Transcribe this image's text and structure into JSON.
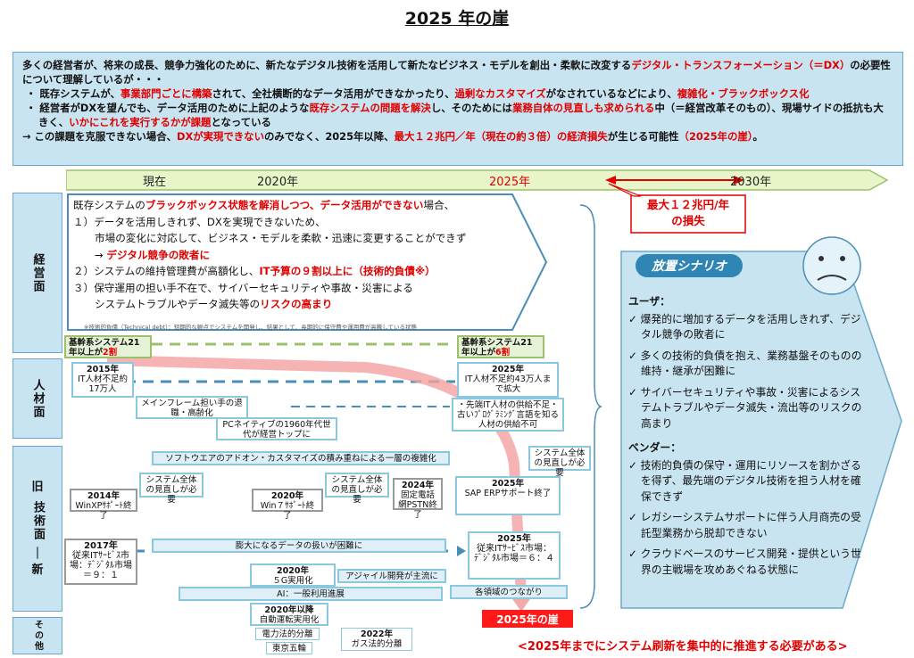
{
  "title": "2025 年の崖",
  "summary": {
    "line1_a": "多くの経営者が、将来の成長、競争力強化のために、新たなデジタル技術を活用して新たなビジネス・モデルを創出・柔軟に改変する",
    "line1_red": "デジタル・トランスフォーメーション（＝DX）",
    "line1_b": "の必要性について理解しているが・・・",
    "b1_a": "・ 既存システムが、",
    "b1_r1": "事業部門ごとに構築",
    "b1_b": "されて、全社横断的なデータ活用ができなかったり、",
    "b1_r2": "過剰なカスタマイズ",
    "b1_c": "がなされているなどにより、",
    "b1_r3": "複雑化・ブラックボックス化",
    "b2_a": "・ 経営者がDXを望んでも、データ活用のために上記のような",
    "b2_r1": "既存システムの問題を解決",
    "b2_b": "し、そのためには",
    "b2_r2": "業務自体の見直しも求められる",
    "b2_c": "中（＝経営改革そのもの）、現場サイドの抵抗も大きく、",
    "b2_r3": "いかにこれを実行するかが課題",
    "b2_d": "となっている",
    "l4_a": "→ この課題を克服できない場合、",
    "l4_r1": "DXが実現できない",
    "l4_b": "のみでなく、2025年以降、",
    "l4_r2": "最大１２兆円／年（現在の約３倍）の経済損失",
    "l4_c": "が生じる可能性",
    "l4_r3": "（2025年の崖）",
    "l4_d": "。"
  },
  "timeline": {
    "now": "現在",
    "y2020": "2020年",
    "y2025": "2025年",
    "y2030": "2030年"
  },
  "side_labels": {
    "management": "経営面",
    "hr": "人材面",
    "tech_old": "旧",
    "tech": "技術面",
    "tech_dash": "｜",
    "tech_new": "新",
    "other": "その他"
  },
  "management": {
    "intro_a": "既存システムの",
    "intro_r1": "ブラックボックス状態を解消しつつ、データ活用ができない",
    "intro_b": "場合、",
    "p1a": "１）データを活用しきれず、DXを実現できないため、",
    "p1b": "市場の変化に対応して、ビジネス・モデルを柔軟・迅速に変更することができず",
    "p1c": "→ ",
    "p1c_red": "デジタル競争の敗者に",
    "p2a": "２）システムの維持管理費が高額化し、",
    "p2_red": "IT予算の９割以上に（技術的負債※）",
    "p3a": "３）保守運用の担い手不在で、サイバーセキュリティや事故・災害による",
    "p3b": "システムトラブルやデータ滅失等の",
    "p3_red": "リスクの高まり",
    "note": "※技術的負債（Technical debt）：短期的な観点でシステムを開発し、結果として、長期的に保守費や運用費が高騰している状態"
  },
  "loss": {
    "l1": "最大１２兆円/年",
    "l2": "の損失"
  },
  "scenario": {
    "title": "放置シナリオ",
    "user_head": "ユーザ：",
    "user_items": [
      "✓ 爆発的に増加するデータを活用しきれず、デジタル競争の敗者に",
      "✓ 多くの技術的負債を抱え、業務基盤そのものの維持・継承が困難に",
      "✓ サイバーセキュリティや事故・災害によるシステムトラブルやデータ滅失・流出等のリスクの高まり"
    ],
    "vendor_head": "ベンダー：",
    "vendor_items": [
      "✓ 技術的負債の保守・運用にリソースを割かざるを得ず、最先端のデジタル技術を担う人材を確保できず",
      "✓ レガシーシステムサポートに伴う人月商売の受託型業務から脱却できない",
      "✓ クラウドベースのサービス開発・提供という世界の主戦場を攻めあぐねる状態に"
    ]
  },
  "boxes": {
    "core21_now_a": "基幹系システム21",
    "core21_now_b": "年以上が",
    "core21_now_r": "2割",
    "core21_2025_a": "基幹系システム21",
    "core21_2025_b": "年以上が",
    "core21_2025_r": "6割",
    "hr2015_y": "2015年",
    "hr2015_t": "IT人材不足約17万人",
    "hr2025_y": "2025年",
    "hr2025_t": "IT人材不足約43万人まで拡大",
    "mainframe": "メインフレーム担い手の退職・高齢化",
    "pc_native": "PCネイティブの1960年代世代が経営トップに",
    "old_it": "・先端IT人材の供給不足・古いﾌﾟﾛｸﾞﾗﾐﾝｸﾞ言語を知る人材の供給不可",
    "software": "ソフトウエアのアドオン・カスタマイズの積み重ねによる一層の複雑化",
    "need_review1": "システム全体の見直しが必要",
    "need_review2": "システム全体の見直しが必要",
    "need_review3": "システム全体の見直しが必要",
    "y2014": "2014年",
    "winxp": "WinXPｻﾎﾟｰﾄ終了",
    "y2020w": "2020年",
    "win7": "Win７ｻﾎﾟｰﾄ終了",
    "y2024": "2024年",
    "pstn": "固定電話網PSTN終了",
    "y2025sap": "2025年",
    "sap": "SAP ERPサポート終了",
    "y2017": "2017年",
    "it_market_2017": "従来ITｻｰﾋﾞｽ市場：ﾃﾞｼﾞﾀﾙ市場＝９：１",
    "data_volume": "膨大になるデータの扱いが困難に",
    "y2025mkt": "2025年",
    "it_market_2025": "従来ITｻｰﾋﾞｽ市場：ﾃﾞｼﾞﾀﾙ市場＝６：４",
    "y2020_5g": "2020年",
    "g5": "５G実用化",
    "agile": "アジャイル開発が主流に",
    "ai": "AI：一般利用進展",
    "connect": "各領域のつながり",
    "y2020_auto": "2020年以降",
    "auto": "自動運転実用化",
    "power": "電力法的分離",
    "y2022": "2022年",
    "gas": "ガス法的分離",
    "olympic": "東京五輪"
  },
  "cliff_label": "2025年の崖",
  "bottom_message": "<2025年までにシステム刷新を集中的に推進する必要がある>",
  "colors": {
    "accent_red": "#e00000",
    "panel_blue": "#c9e4f1",
    "box_border": "#8cc7e0",
    "timeline_green": "#e8f5c8"
  }
}
